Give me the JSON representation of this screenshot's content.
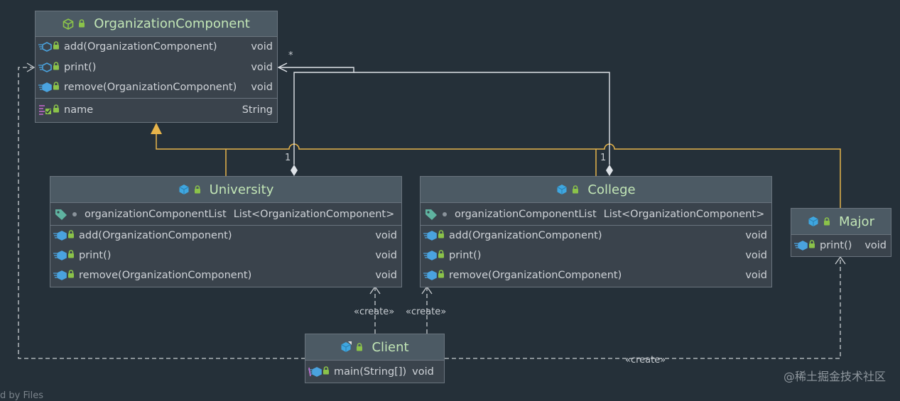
{
  "classes": {
    "organization_component": {
      "title": "OrganizationComponent",
      "methods": [
        {
          "name": "add(OrganizationComponent)",
          "type": "void"
        },
        {
          "name": "print()",
          "type": "void"
        },
        {
          "name": "remove(OrganizationComponent)",
          "type": "void"
        }
      ],
      "fields": [
        {
          "name": "name",
          "type": "String"
        }
      ]
    },
    "university": {
      "title": "University",
      "fields": [
        {
          "name": "organizationComponentList",
          "type": "List<OrganizationComponent>"
        }
      ],
      "methods": [
        {
          "name": "add(OrganizationComponent)",
          "type": "void"
        },
        {
          "name": "print()",
          "type": "void"
        },
        {
          "name": "remove(OrganizationComponent)",
          "type": "void"
        }
      ]
    },
    "college": {
      "title": "College",
      "fields": [
        {
          "name": "organizationComponentList",
          "type": "List<OrganizationComponent>"
        }
      ],
      "methods": [
        {
          "name": "add(OrganizationComponent)",
          "type": "void"
        },
        {
          "name": "print()",
          "type": "void"
        },
        {
          "name": "remove(OrganizationComponent)",
          "type": "void"
        }
      ]
    },
    "major": {
      "title": "Major",
      "methods": [
        {
          "name": "print()",
          "type": "void"
        }
      ]
    },
    "client": {
      "title": "Client",
      "methods": [
        {
          "name": "main(String[])",
          "type": "void"
        }
      ]
    }
  },
  "relations": {
    "multiplicity_many": "*",
    "multiplicity_one_university": "1",
    "multiplicity_one_college": "1",
    "create_university": "«create»",
    "create_college": "«create»",
    "create_major": "«create»"
  },
  "footer": {
    "watermark": "@稀土掘金技术社区",
    "cut_text": "d by Files"
  },
  "colors": {
    "background": "#253039",
    "header": "#4c5a64",
    "title_text": "#c2e6b6",
    "inheritance": "#e7b44a",
    "composition": "#dfe3e8",
    "dependency": "#c8ccd0",
    "lock": "#8bc34a",
    "class_icon": "#3fa7e0",
    "interface_icon": "#8bc34a"
  },
  "icons": [
    "interface-icon",
    "class-icon",
    "lock-icon",
    "method-icon",
    "field-icon",
    "tag-icon",
    "main-method-icon"
  ]
}
